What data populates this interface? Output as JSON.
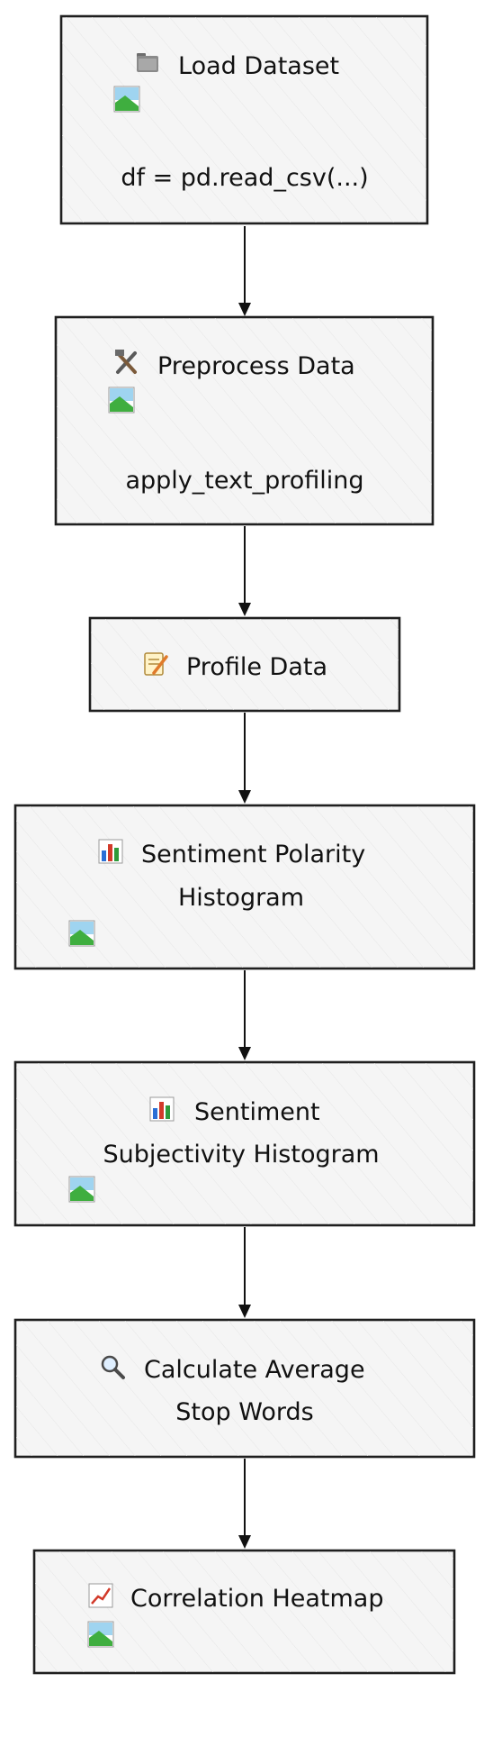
{
  "nodes": [
    {
      "id": "load",
      "icon": "folder-icon",
      "lines": [
        "Load Dataset",
        "",
        "df = pd.read_csv(...)"
      ],
      "has_image": true
    },
    {
      "id": "preprocess",
      "icon": "tools-icon",
      "lines": [
        "Preprocess Data",
        "",
        "apply_text_profiling"
      ],
      "has_image": true
    },
    {
      "id": "profile",
      "icon": "memo-icon",
      "lines": [
        "Profile Data"
      ],
      "has_image": false
    },
    {
      "id": "polarity",
      "icon": "bar-chart-icon",
      "lines": [
        "Sentiment Polarity",
        "Histogram"
      ],
      "has_image": true
    },
    {
      "id": "subjectivity",
      "icon": "bar-chart-icon",
      "lines": [
        "Sentiment",
        "Subjectivity Histogram"
      ],
      "has_image": true
    },
    {
      "id": "stopwords",
      "icon": "magnifier-icon",
      "lines": [
        "Calculate Average",
        "Stop Words"
      ],
      "has_image": false
    },
    {
      "id": "heatmap",
      "icon": "trend-chart-icon",
      "lines": [
        "Correlation Heatmap"
      ],
      "has_image": true
    }
  ],
  "edges": [
    {
      "from": "load",
      "to": "preprocess"
    },
    {
      "from": "preprocess",
      "to": "profile"
    },
    {
      "from": "profile",
      "to": "polarity"
    },
    {
      "from": "polarity",
      "to": "subjectivity"
    },
    {
      "from": "subjectivity",
      "to": "stopwords"
    },
    {
      "from": "stopwords",
      "to": "heatmap"
    }
  ]
}
